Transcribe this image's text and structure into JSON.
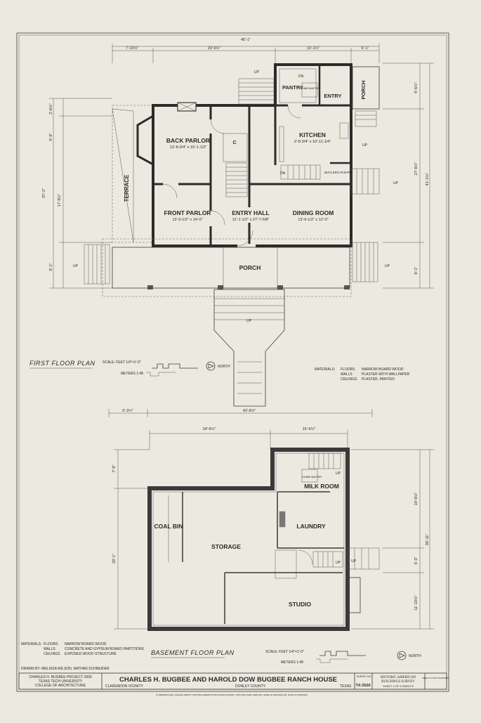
{
  "first_floor": {
    "title": "FIRST FLOOR PLAN",
    "scale": "SCALE: FEET 1/4\"=1'-0\"",
    "meters": "METERS 1:48",
    "north": "NORTH",
    "rooms": {
      "back_parlor": "BACK PARLOR",
      "back_parlor_dim": "13'-8-3/4\" x 15'-1-1/2\"",
      "front_parlor": "FRONT PARLOR",
      "front_parlor_dim": "13'-0-1/2\" x 14'-0\"",
      "entry_hall": "ENTRY HALL",
      "entry_hall_dim": "12'-1-1/2\" x 27'-7-5/8\"",
      "dining_room": "DINING ROOM",
      "dining_room_dim": "13'-6-1/2\" x 12'-0\"",
      "kitchen": "KITCHEN",
      "kitchen_dim": "2'-8-3/4\" x 10'-11-1/4\"",
      "pantry": "PANTRY",
      "entry": "ENTRY",
      "porch_side": "PORCH",
      "terrace": "TERRACE",
      "porch": "PORCH",
      "butlers_pantry": "BUTLERS PANTRY",
      "dumb_waiter": "DUMB WAITER",
      "closet": "C",
      "dn": "DN",
      "up": "UP"
    },
    "dims": {
      "top_total": "45'-1\"",
      "top_a": "7'-10½\"",
      "top_b": "20'-6½\"",
      "top_c": "10'-1½\"",
      "top_d": "6'-1\"",
      "left_total": "37'-2\"",
      "left_a": "2'-6½\"",
      "left_b": "9'-9\"",
      "left_c": "17'-6½\"",
      "left_d": "8'-1\"",
      "right_total": "41'-1½\"",
      "right_a": "9'-6½\"",
      "right_b": "27'-6½\"",
      "right_c": "8'-1\"",
      "bottom_total": "43'-8½\"",
      "bottom_a": "6'-3½\""
    },
    "materials": {
      "header": "MATERIALS:",
      "floors_label": "FLOORS",
      "floors": "NARROW BOARD WOOD",
      "walls_label": "WALLS",
      "walls": "PLASTER WITH WALLPAPER",
      "ceilings_label": "CEILINGS",
      "ceilings": "PLASTER, PAINTED"
    }
  },
  "basement": {
    "title": "BASEMENT FLOOR PLAN",
    "scale": "SCALE: FEET 1/4\"=1'-0\"",
    "meters": "METERS 1:48",
    "north": "NORTH",
    "rooms": {
      "coal_bin": "COAL BIN",
      "storage": "STORAGE",
      "laundry": "LAUNDRY",
      "studio": "STUDIO",
      "milk_room": "MILK ROOM",
      "dumb_waiter": "DUMB WAITER",
      "up": "UP"
    },
    "dims": {
      "top_a": "24'-6½\"",
      "top_b": "15'-6½\"",
      "left_a": "7'-9\"",
      "left_b": "29'-1\"",
      "right_a": "19'-6½\"",
      "right_b": "5'-3\"",
      "right_c": "11'-10½\"",
      "right_total": "36'-11\""
    },
    "materials": {
      "header": "MATERIALS:",
      "floors_label": "FLOORS",
      "floors": "NARROW BOARD WOOD",
      "walls_label": "WALLS",
      "walls": "CONCRETE AND GYPSUM BOARD PARTITIONS",
      "ceilings_label": "CEILINGS",
      "ceilings": "EXPOSED WOOD STRUCTURE"
    }
  },
  "title_block": {
    "drawn_by": "DRAWN BY: MELISSA WILSON, NATHAN SCHNEIDER",
    "project": "CHARLES H. BUGBEE PROJECT 2000",
    "university": "TEXAS TECH UNIVERSITY",
    "college": "COLLEGE OF ARCHITECTURE",
    "title": "CHARLES H. BUGBEE AND HAROLD DOW BUGBEE RANCH HOUSE",
    "vicinity": "CLARENDON VICINITY",
    "county": "DONLEY COUNTY",
    "state": "TEXAS",
    "survey_label": "SURVEY NO.",
    "survey_no": "TX-3526",
    "habs_line1": "HISTORIC AMERICAN",
    "habs_line2": "BUILDINGS SURVEY",
    "sheet": "SHEET 2 OF 6 SHEETS",
    "index": "INDEX TO PHOTOGRAPHS",
    "footer": "IF REPRODUCED, PLEASE CREDIT: HISTORIC AMERICAN BUILDINGS SURVEY, NATIONAL PARK SERVICE, NAME OF DELINEATOR, DATE OF DRAWING"
  }
}
